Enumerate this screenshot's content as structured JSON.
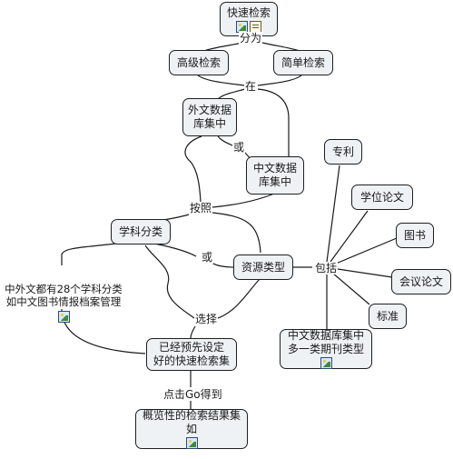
{
  "nodes": {
    "quick_search": "快速检索",
    "advanced_search": "高级检索",
    "simple_search": "简单检索",
    "foreign_db": "外文数据\n库集中",
    "chinese_db": "中文数据\n库集中",
    "subject_class": "学科分类",
    "resource_type": "资源类型",
    "preset_quick_set": "已经预先设定\n好的快速检索集",
    "overview_result": "概览性的检索结果集\n如",
    "patent": "专利",
    "thesis": "学位论文",
    "book": "图书",
    "conference_paper": "会议论文",
    "standard": "标准",
    "chinese_journal_type": "中文数据库集中\n多一类期刊类型"
  },
  "labels": {
    "divided_into": "分为",
    "in": "在",
    "or_db": "或",
    "by": "按照",
    "or_type": "或",
    "include": "包括",
    "select": "选择",
    "click_go": "点击Go得到"
  },
  "notes": {
    "subject_note": "中外文都有28个学科分类\n如中文图书情报档案管理"
  },
  "icons": {
    "quick_search": [
      "image-icon",
      "note-icon"
    ],
    "subject_note": [
      "image-icon"
    ],
    "overview_result": [
      "image-icon"
    ],
    "chinese_journal_type": [
      "image-icon"
    ]
  },
  "colors": {
    "node_fill": "#eef2f4",
    "node_border": "#1f1f1f",
    "link": "#1a1a1a"
  }
}
